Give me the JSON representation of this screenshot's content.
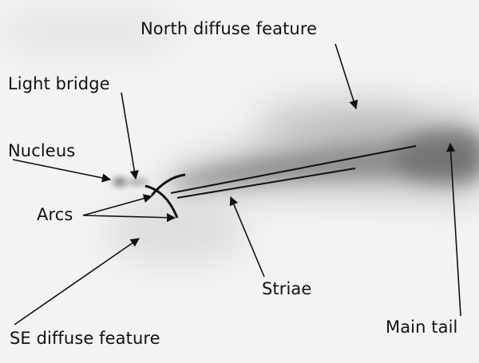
{
  "annotations": {
    "north_diffuse_feature": "North diffuse feature",
    "light_bridge": "Light bridge",
    "nucleus": "Nucleus",
    "arcs": "Arcs",
    "striae": "Striae",
    "se_diffuse_feature": "SE diffuse feature",
    "main_tail": "Main tail"
  },
  "colors": {
    "background": "#f3f3f3",
    "tail": "#5f5f5f",
    "ink": "#111111"
  }
}
